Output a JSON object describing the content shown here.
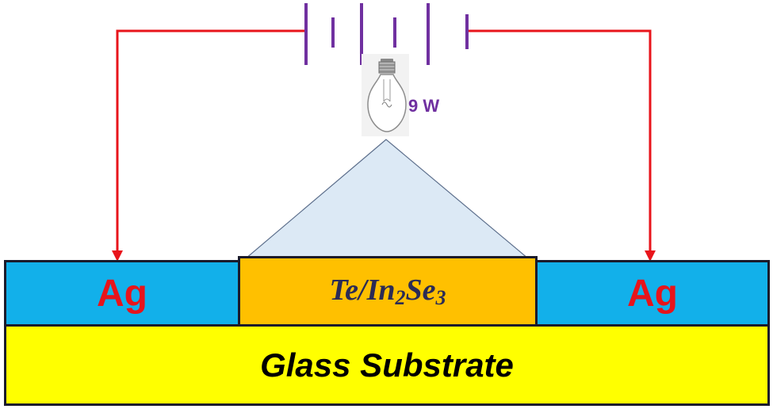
{
  "diagram": {
    "electrode_left_label": "Ag",
    "electrode_right_label": "Ag",
    "film_label": {
      "part1": "Te/In",
      "sub1": "2",
      "part2": "Se",
      "sub2": "3"
    },
    "substrate_label": "Glass Substrate",
    "lamp_power_label": "9 W",
    "colors": {
      "wire": "#e8141b",
      "battery": "#7030a0",
      "electrode": "#12b0ea",
      "film": "#ffc000",
      "substrate": "#ffff00",
      "light_cone": "#dce9f5"
    },
    "icons": [
      "light-bulb-icon",
      "battery-icon"
    ]
  }
}
